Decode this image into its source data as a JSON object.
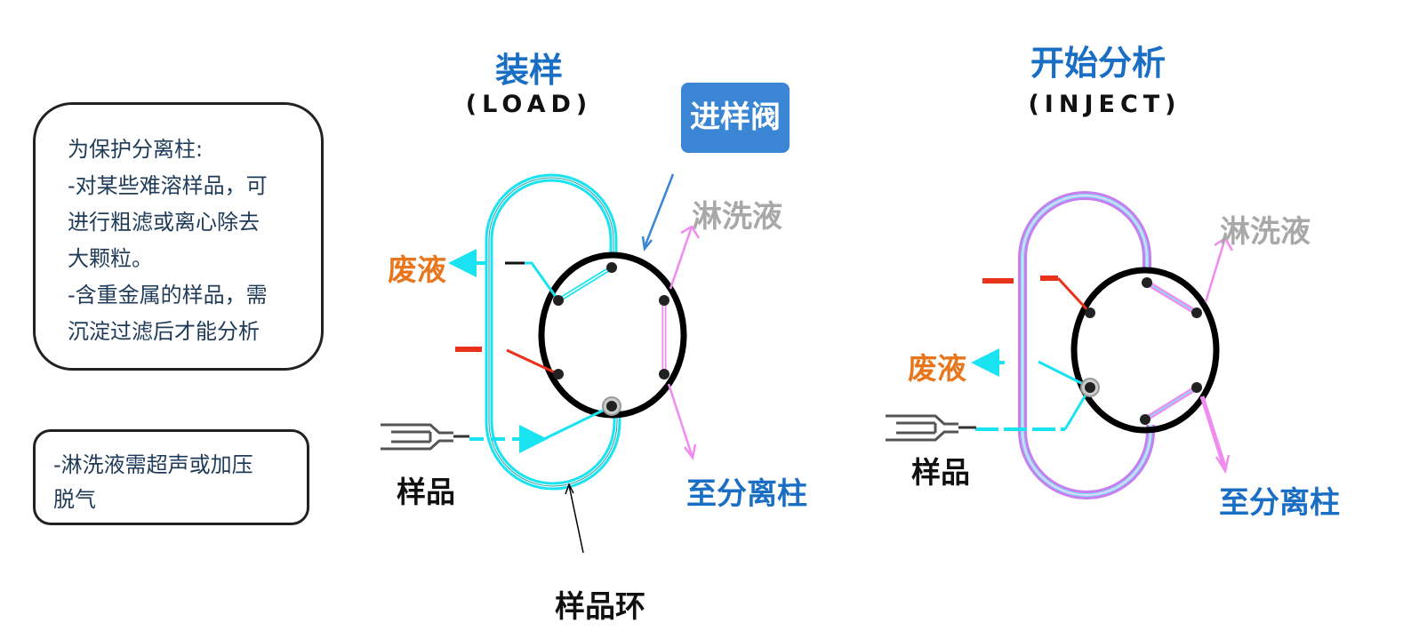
{
  "notes": {
    "box1": [
      "为保护分离柱:",
      "-对某些难溶样品，可",
      "进行粗滤或离心除去",
      "大颗粒。",
      "-含重金属的样品，需",
      "沉淀过滤后才能分析"
    ],
    "box2": [
      "-淋洗液需超声或加压",
      "脱气"
    ]
  },
  "load": {
    "title": "装样",
    "subtitle": "(LOAD)",
    "valve_badge": "进样阀",
    "eluent": "淋洗液",
    "waste": "废液",
    "sample": "样品",
    "to_column": "至分离柱",
    "loop": "样品环"
  },
  "inject": {
    "title": "开始分析",
    "subtitle": "(INJECT)",
    "eluent": "淋洗液",
    "waste": "废液",
    "sample": "样品",
    "to_column": "至分离柱"
  },
  "colors": {
    "title_blue": "#1a6fc4",
    "column_blue": "#1a6fc4",
    "waste_orange": "#e8761c",
    "eluent_gray": "#a8a8a8",
    "cyan": "#19e3f0",
    "pink": "#f08cf0",
    "red": "#e8321a",
    "badge_blue": "#3a86d4"
  }
}
